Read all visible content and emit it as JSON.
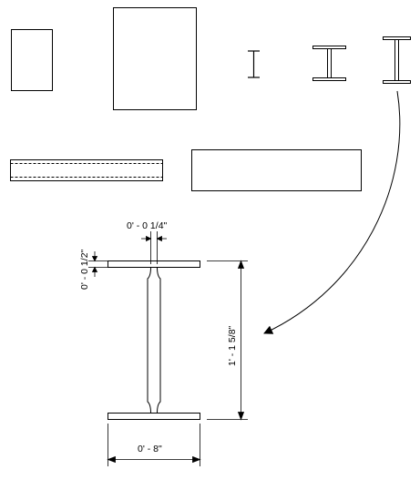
{
  "dimensions": {
    "web_thickness": "0' - 0 1/4\"",
    "flange_thickness": "0' - 0 1/2\"",
    "overall_depth": "1' - 1 5/8\"",
    "flange_width": "0' - 8\""
  },
  "icons": {
    "small_rectangle": "rectangle-icon",
    "large_rectangle": "rectangle-icon",
    "i_beam_small": "i-beam-icon",
    "i_beam_medium": "i-beam-icon",
    "i_beam_large": "i-beam-icon",
    "hollow_bar": "hollow-bar-icon",
    "wide_rectangle": "rectangle-icon",
    "arrow": "curved-arrow-icon"
  },
  "colors": {
    "stroke": "#000000",
    "background": "#ffffff"
  }
}
